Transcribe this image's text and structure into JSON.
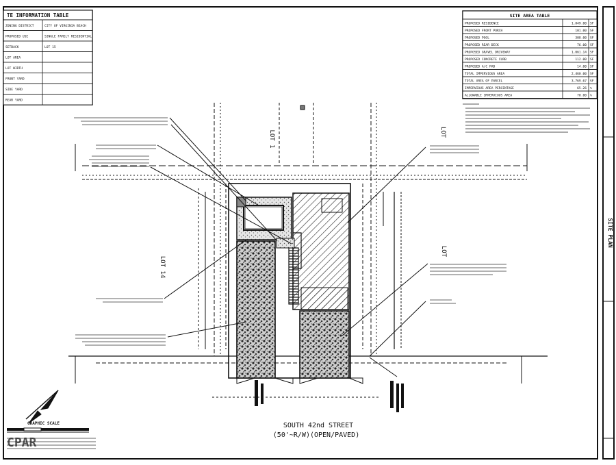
{
  "site_info_table": {
    "title": "TE INFORMATION TABLE",
    "rows": [
      [
        "ZONING DISTRICT",
        "CITY OF VIRGINIA BEACH"
      ],
      [
        "PROPOSED USE",
        "SINGLE FAMILY RESIDENTIAL"
      ],
      [
        "SETBACK",
        "LOT 15"
      ],
      [
        "LOT AREA",
        ""
      ],
      [
        "LOT WIDTH",
        ""
      ],
      [
        "FRONT YARD",
        ""
      ],
      [
        "SIDE YARD",
        ""
      ],
      [
        "REAR YARD",
        ""
      ]
    ]
  },
  "site_area_table": {
    "title": "SITE AREA TABLE",
    "rows": [
      [
        "PROPOSED RESIDENCE",
        "1,849.00",
        "SF"
      ],
      [
        "PROPOSED FRONT PORCH",
        "101.00",
        "SF"
      ],
      [
        "PROPOSED POOL",
        "308.00",
        "SF"
      ],
      [
        "PROPOSED REAR DECK",
        "76.00",
        "SF"
      ],
      [
        "PROPOSED GRAVEL DRIVEWAY",
        "1,061.14",
        "SF"
      ],
      [
        "PROPOSED CONCRETE CURB",
        "112.00",
        "SF"
      ],
      [
        "PROPOSED A/C PAD",
        "14.00",
        "SF"
      ],
      [
        "TOTAL IMPERVIOUS AREA",
        "2,460.00",
        "SF"
      ],
      [
        "TOTAL AREA OF PARCEL",
        "3,769.67",
        "SF"
      ],
      [
        "IMPERVIOUS AREA PERCENTAGE",
        "65.26",
        "%"
      ],
      [
        "ALLOWABLE IMPERVIOUS AREA",
        "70.00",
        "%"
      ]
    ]
  },
  "lots": {
    "lot_left": "LOT 14",
    "lot_center": "LOT 1",
    "lot_right_top": "LOT",
    "lot_right_bottom": "LOT"
  },
  "street": {
    "name": "SOUTH 42nd STREET",
    "row": "(50'~R/W)(OPEN/PAVED)"
  },
  "scale_label": "GRAPHIC SCALE",
  "sheet_title": "SITE PLAN",
  "watermark": "CPAR",
  "colors": {
    "line": "#111111",
    "hatch": "#333333",
    "background": "#ffffff"
  }
}
